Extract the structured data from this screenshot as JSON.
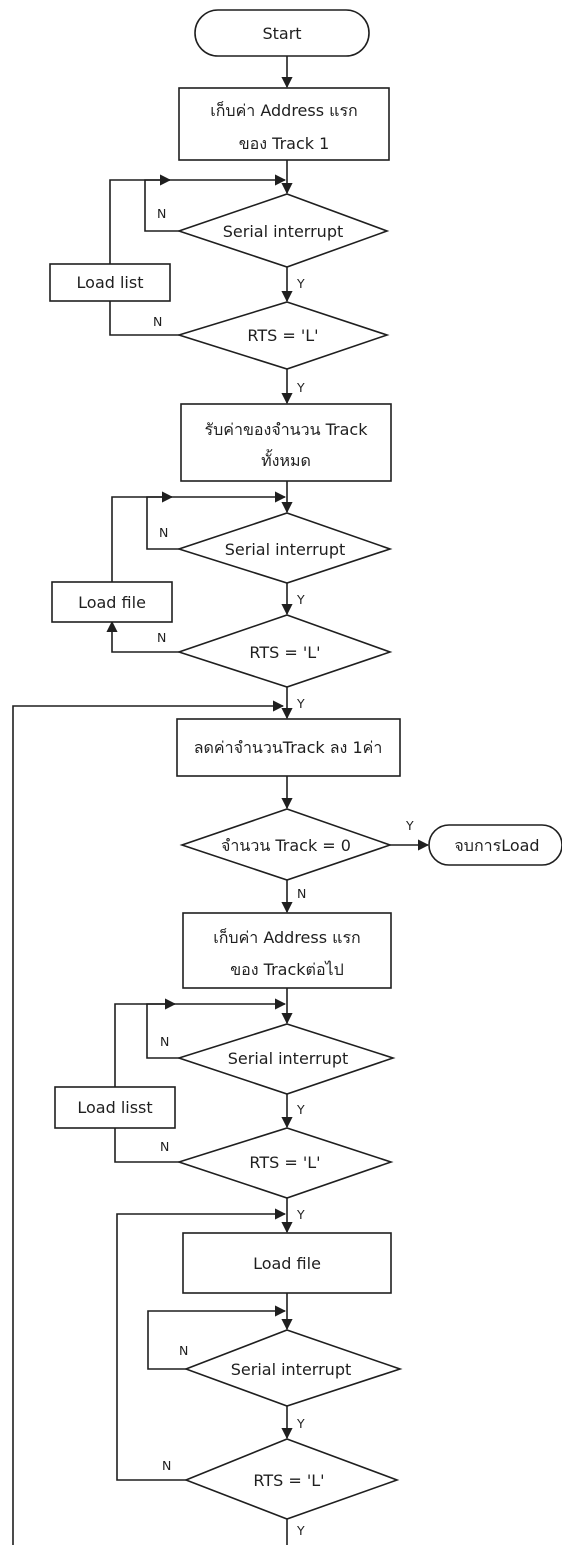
{
  "flowchart": {
    "start": "Start",
    "store_first_track_line1": "เก็บค่า Address แรก",
    "store_first_track_line2": "ของ Track  1",
    "serial_1": "Serial interrupt",
    "rts_1": "RTS = 'L'",
    "load_list_1": "Load list",
    "receive_count_line1": "รับค่าของจำนวน Track",
    "receive_count_line2": "ทั้งหมด",
    "serial_2": "Serial  interrupt",
    "rts_2": "RTS = 'L'",
    "load_file_1": "Load file",
    "decrement": "ลดค่าจำนวนTrack ลง 1ค่า",
    "track_zero": "จำนวน Track = 0",
    "end_load": "จบการLoad",
    "next_track_line1": "เก็บค่า Address แรก",
    "next_track_line2": "ของ Trackต่อไป",
    "serial_3": "Serial interrupt",
    "load_list_2": "Load lisst",
    "rts_3": "RTS = 'L'",
    "load_file_2": "Load  file",
    "serial_4": "Serial interrupt",
    "rts_4": "RTS = 'L'",
    "yes": "Y",
    "no": "N"
  }
}
